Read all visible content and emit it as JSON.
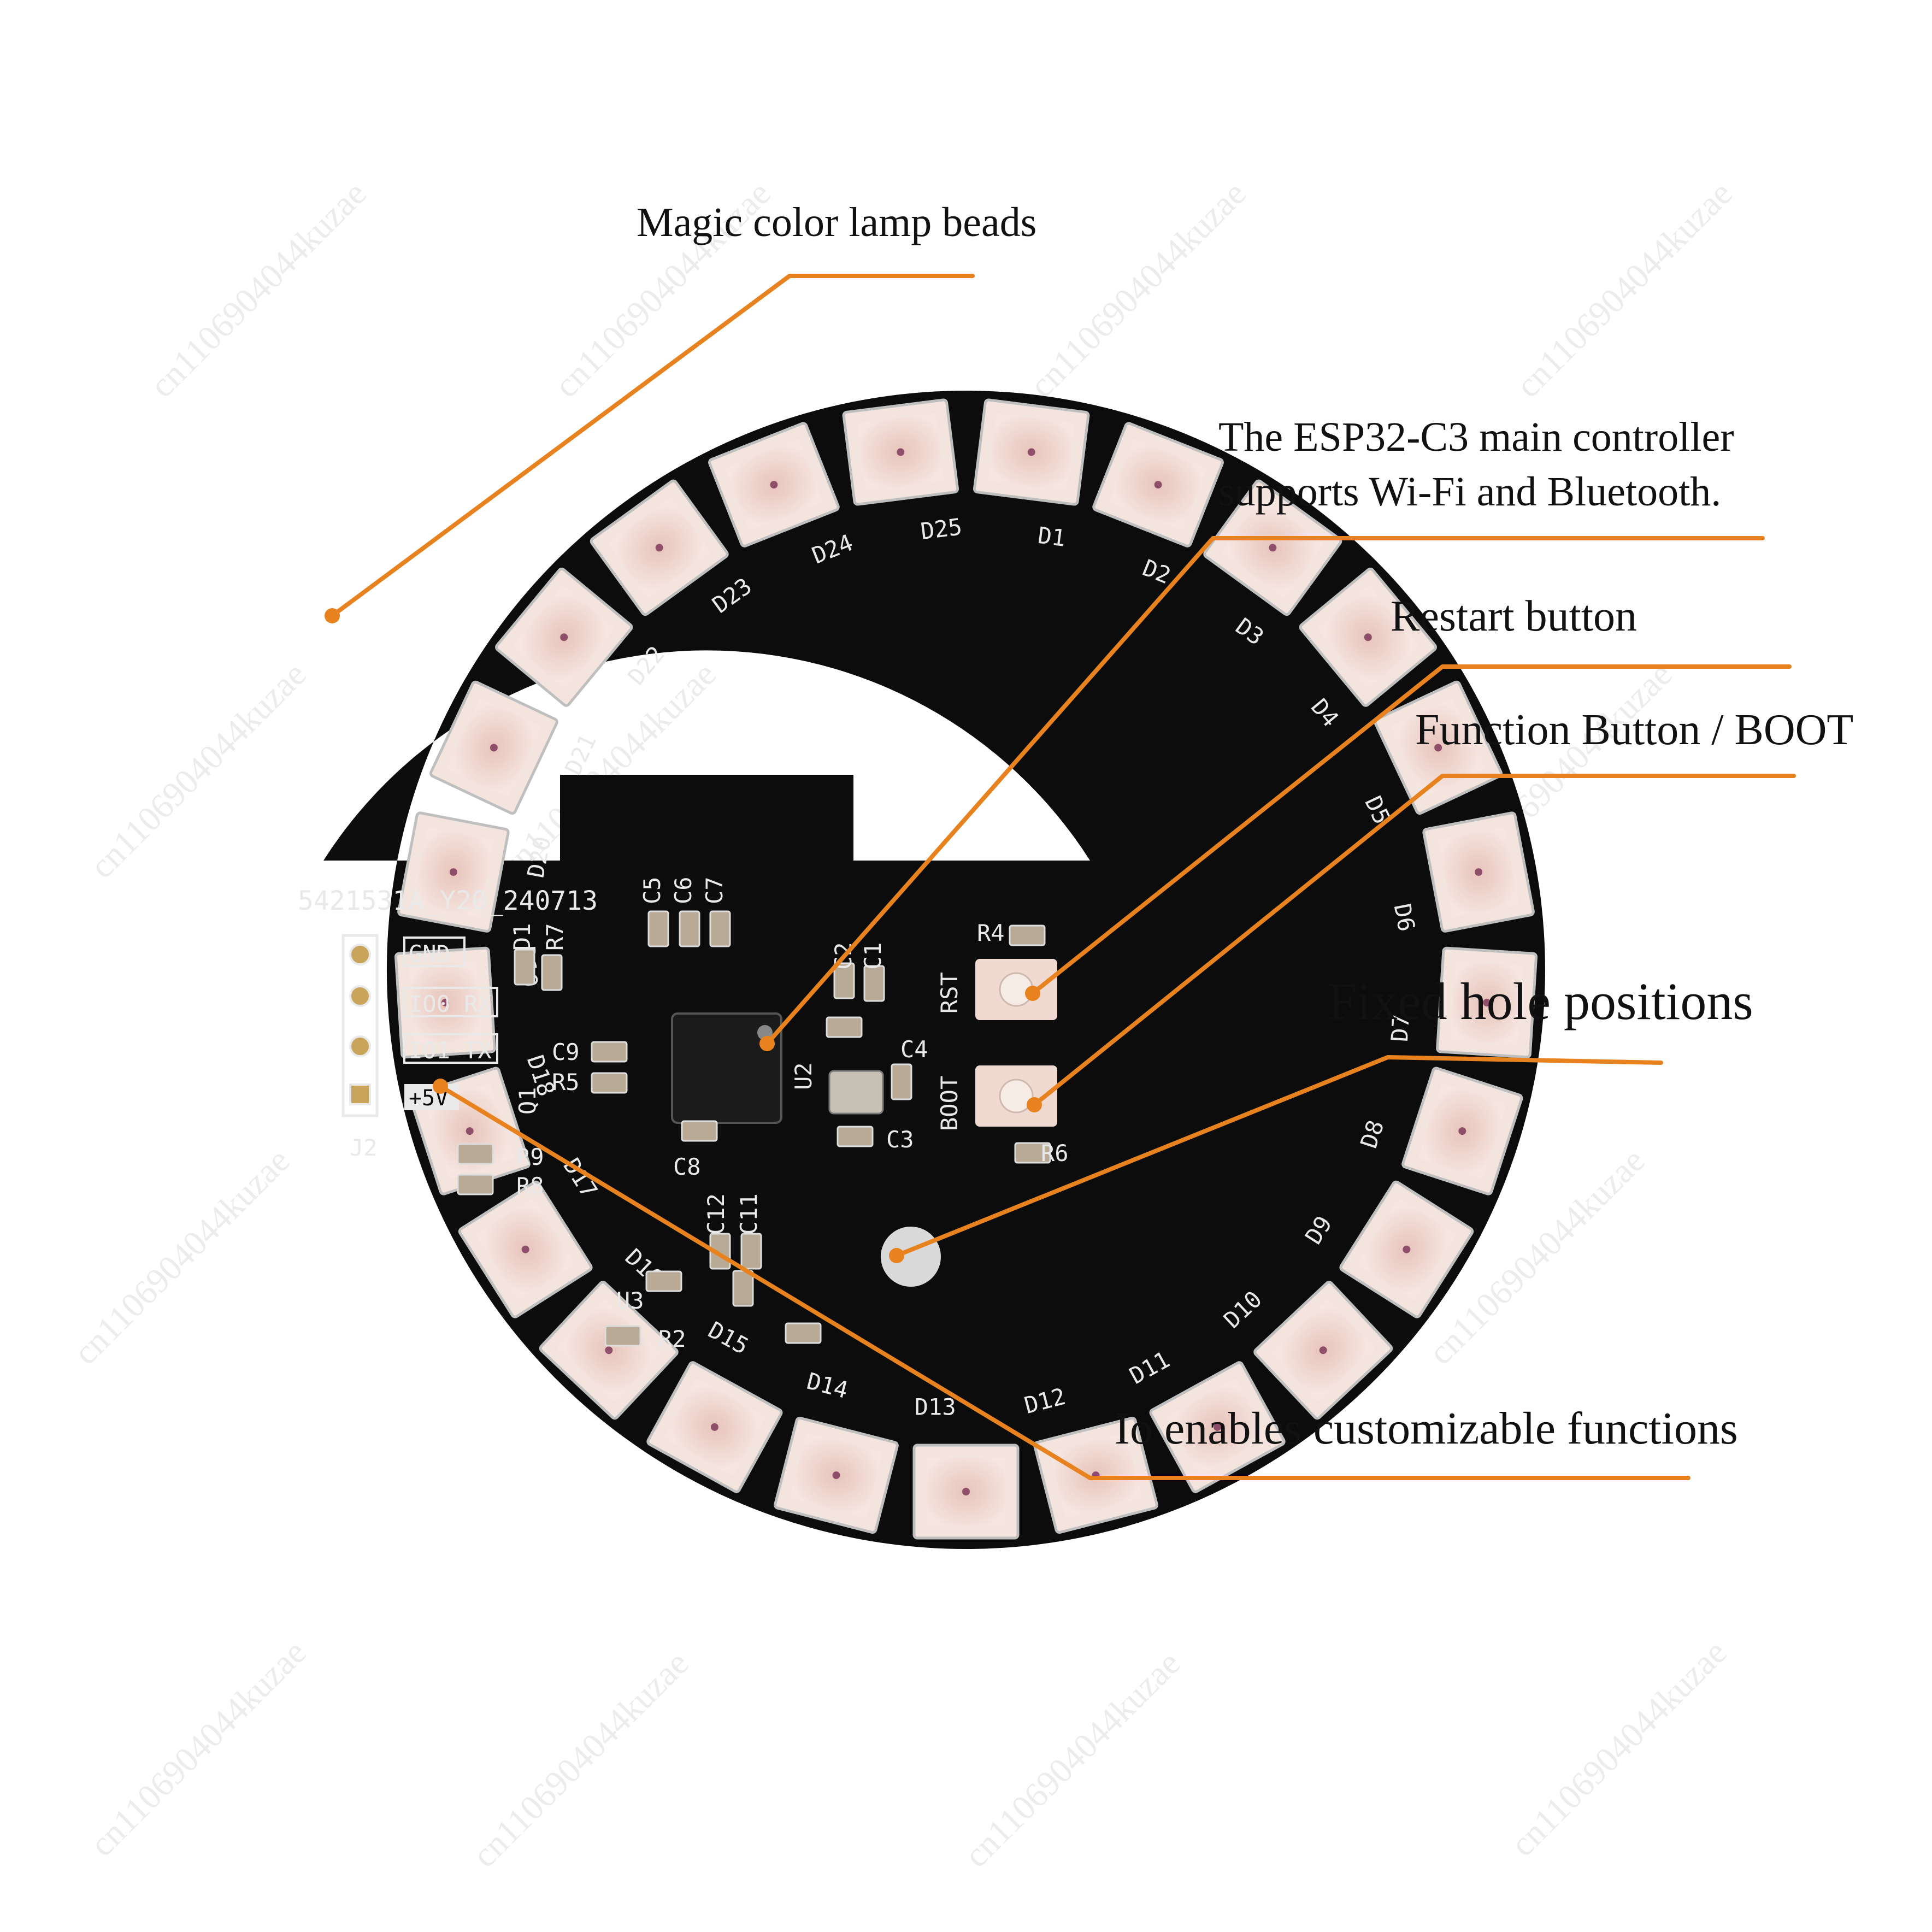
{
  "callouts": {
    "lamp_beads": "Magic color lamp beads",
    "controller_line1": "The ESP32-C3 main controller",
    "controller_line2": "supports Wi-Fi and Bluetooth.",
    "restart": "Restart button",
    "function_boot": "Function Button / BOOT",
    "fixed_holes": "Fixed hole positions",
    "io_custom": "Io enables customizable functions"
  },
  "board": {
    "serial": "5421531A_Y20_240713",
    "pins": [
      "GND",
      "IO0_RX",
      "IO1_TX",
      "+5V"
    ],
    "connector_label": "J2",
    "led_labels": [
      "D1",
      "D2",
      "D3",
      "D4",
      "D5",
      "D6",
      "D7",
      "D8",
      "D9",
      "D10",
      "D11",
      "D12",
      "D13",
      "D14",
      "D15",
      "D16",
      "D17",
      "D18",
      "D19",
      "D20",
      "D21",
      "D22",
      "D23",
      "D24",
      "D25"
    ],
    "button_labels": {
      "reset": "RST",
      "boot": "BOOT"
    },
    "component_labels": [
      "C5",
      "C6",
      "C7",
      "D1",
      "R7",
      "C2",
      "C1",
      "R4",
      "C9",
      "R5",
      "U2",
      "C4",
      "R6",
      "C3",
      "C8",
      "Q1",
      "R9",
      "R8",
      "C12",
      "C11",
      "U3",
      "R2"
    ]
  },
  "watermark": "cn1106904044kuzae",
  "colors": {
    "accent": "#E8821E",
    "pcb": "#0c0c0c",
    "led_body": "#f1ddd7",
    "silkscreen": "#e9e9e9",
    "background": "#ffffff"
  }
}
